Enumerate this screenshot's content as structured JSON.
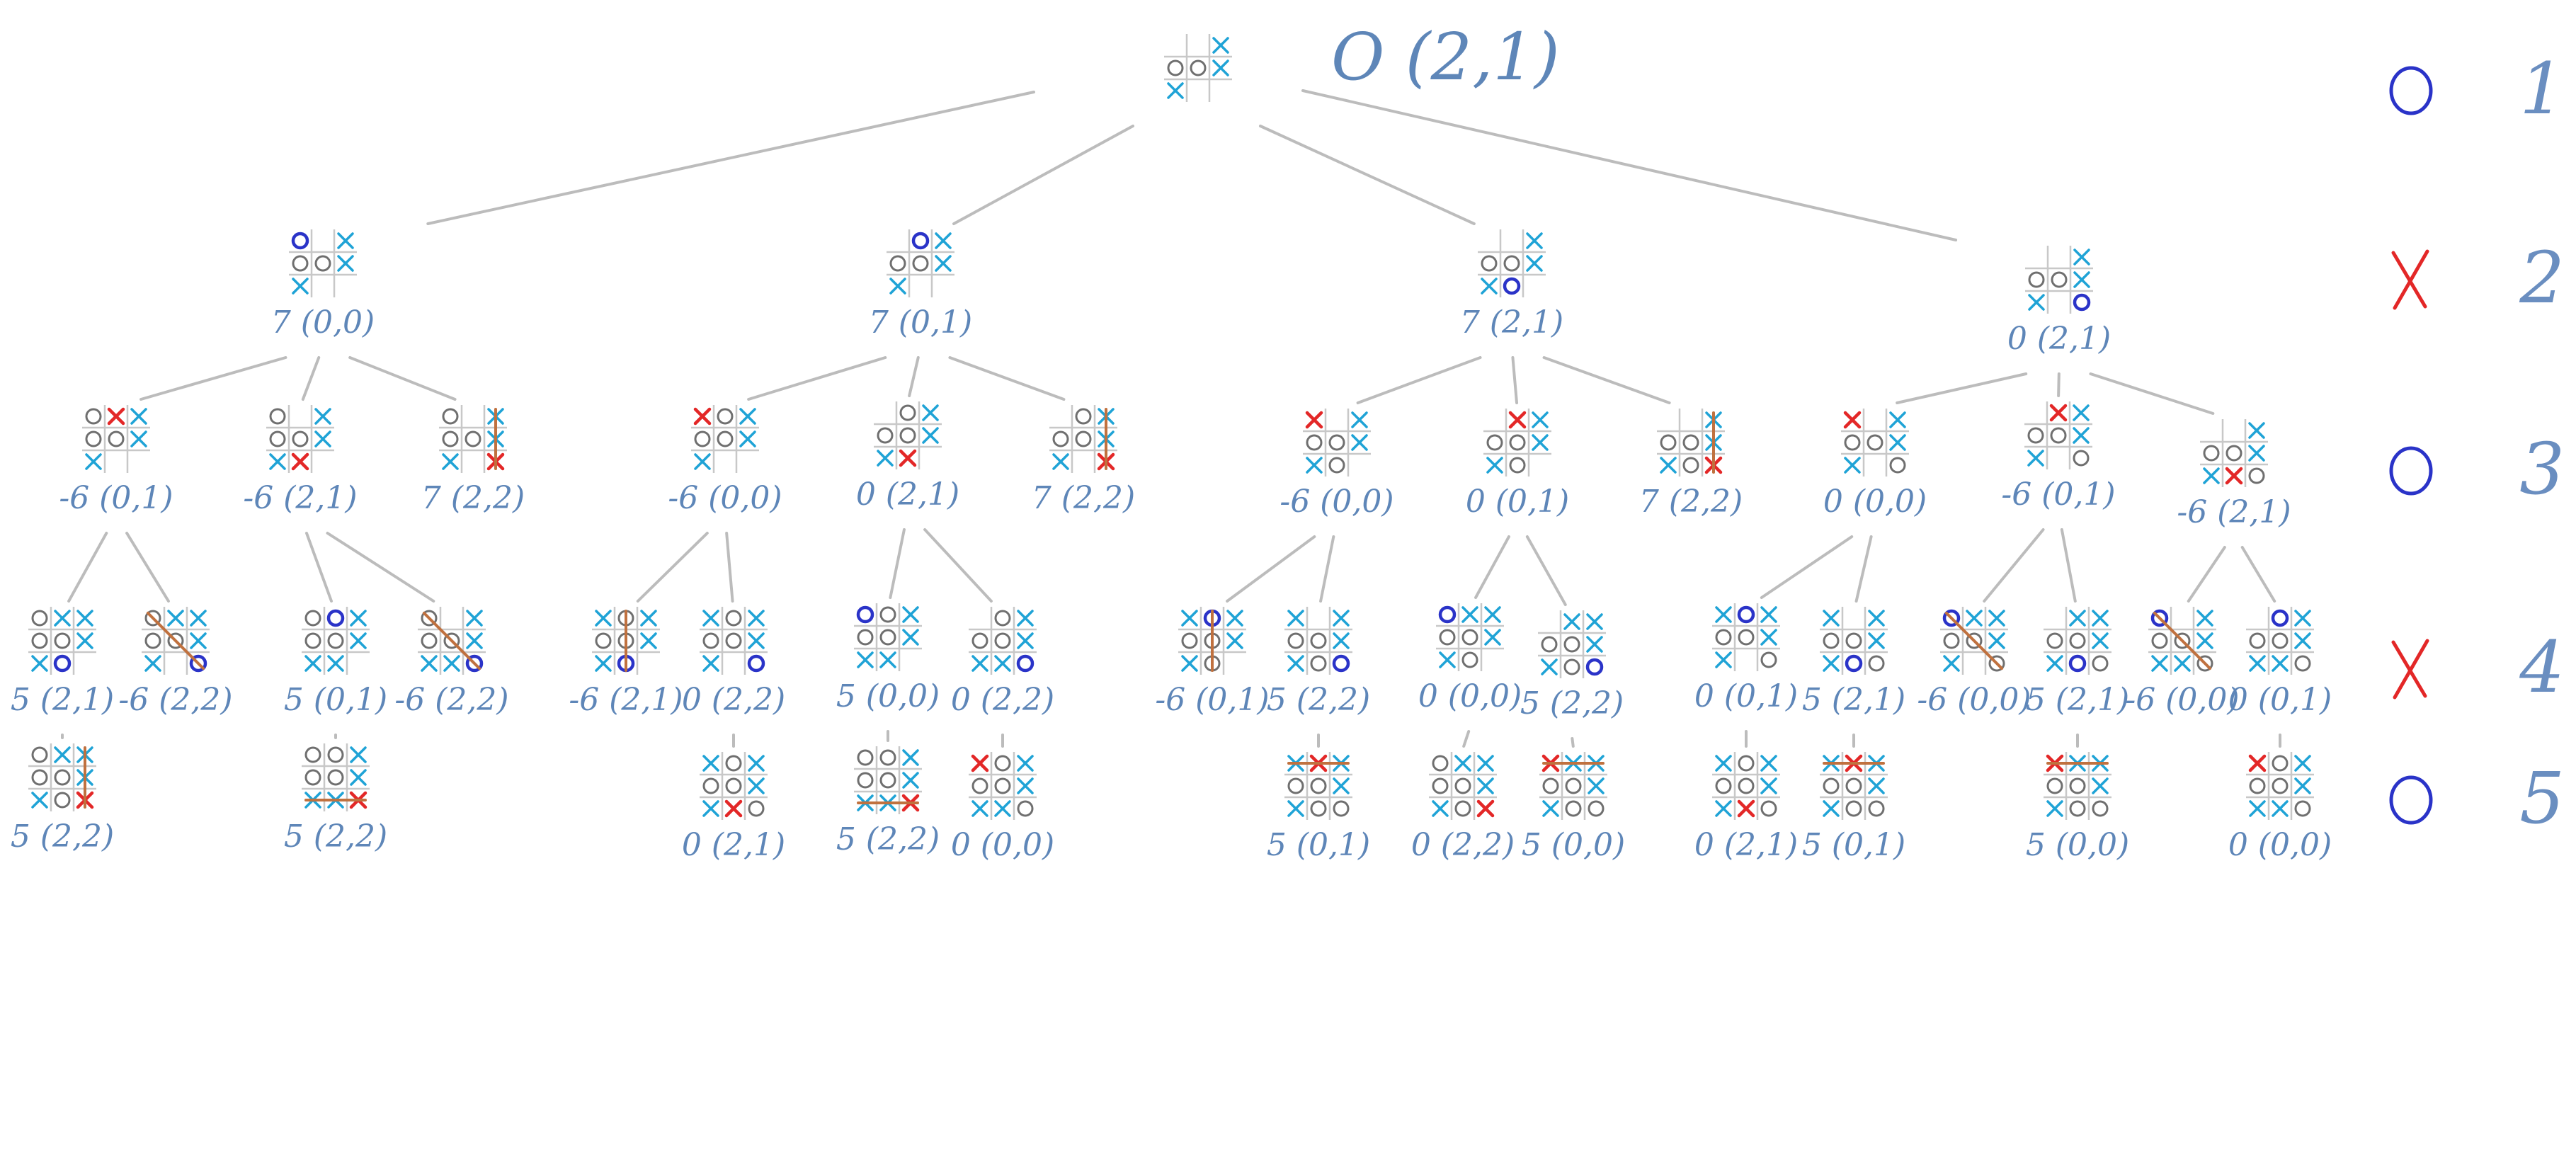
{
  "colors": {
    "edge": "#bcbcbc",
    "grid": "#c8c8c8",
    "o_old": "#6f6f6f",
    "x_old": "#1fa3d6",
    "o_new": "#2a33c8",
    "x_new": "#e32727",
    "win_line": "#c0713f",
    "label": "#5e86b8",
    "legend_o": "#2a33c8",
    "legend_x": "#e32727",
    "legend_num": "#6a8ec0"
  },
  "root": {
    "board": [
      "",
      "",
      "X",
      "O",
      "O",
      "X",
      "X",
      "",
      ""
    ],
    "annotation": "O (2,1)"
  },
  "legend": [
    {
      "mark": "O",
      "number": "1"
    },
    {
      "mark": "X",
      "number": "2"
    },
    {
      "mark": "O",
      "number": "3"
    },
    {
      "mark": "X",
      "number": "4"
    },
    {
      "mark": "O",
      "number": "5"
    }
  ],
  "tree": [
    {
      "id": "a",
      "parent": "root",
      "label": "7 (0,0)",
      "board": [
        "O",
        "",
        "X",
        "O",
        "O",
        "X",
        "X",
        "",
        ""
      ],
      "new": 0
    },
    {
      "id": "b",
      "parent": "root",
      "label": "7 (0,1)",
      "board": [
        "",
        "O",
        "X",
        "O",
        "O",
        "X",
        "X",
        "",
        ""
      ],
      "new": 1
    },
    {
      "id": "c",
      "parent": "root",
      "label": "7 (2,1)",
      "board": [
        "",
        "",
        "X",
        "O",
        "O",
        "X",
        "X",
        "O",
        ""
      ],
      "new": 7
    },
    {
      "id": "d",
      "parent": "root",
      "label": "0 (2,1)",
      "board": [
        "",
        "",
        "X",
        "O",
        "O",
        "X",
        "X",
        "",
        "O"
      ],
      "new": 8
    },
    {
      "id": "a1",
      "parent": "a",
      "label": "-6 (0,1)",
      "board": [
        "O",
        "X",
        "X",
        "O",
        "O",
        "X",
        "X",
        "",
        ""
      ],
      "new": 1
    },
    {
      "id": "a2",
      "parent": "a",
      "label": "-6 (2,1)",
      "board": [
        "O",
        "",
        "X",
        "O",
        "O",
        "X",
        "X",
        "X",
        ""
      ],
      "new": 7
    },
    {
      "id": "a3",
      "parent": "a",
      "label": "7 (2,2)",
      "board": [
        "O",
        "",
        "X",
        "O",
        "O",
        "X",
        "X",
        "",
        "X"
      ],
      "new": 8,
      "win": [
        2,
        8
      ]
    },
    {
      "id": "b1",
      "parent": "b",
      "label": "-6 (0,0)",
      "board": [
        "X",
        "O",
        "X",
        "O",
        "O",
        "X",
        "X",
        "",
        ""
      ],
      "new": 0
    },
    {
      "id": "b2",
      "parent": "b",
      "label": "0 (2,1)",
      "board": [
        "",
        "O",
        "X",
        "O",
        "O",
        "X",
        "X",
        "X",
        ""
      ],
      "new": 7
    },
    {
      "id": "b3",
      "parent": "b",
      "label": "7 (2,2)",
      "board": [
        "",
        "O",
        "X",
        "O",
        "O",
        "X",
        "X",
        "",
        "X"
      ],
      "new": 8,
      "win": [
        2,
        8
      ]
    },
    {
      "id": "c1",
      "parent": "c",
      "label": "-6 (0,0)",
      "board": [
        "X",
        "",
        "X",
        "O",
        "O",
        "X",
        "X",
        "O",
        ""
      ],
      "new": 0
    },
    {
      "id": "c2",
      "parent": "c",
      "label": "0 (0,1)",
      "board": [
        "",
        "X",
        "X",
        "O",
        "O",
        "X",
        "X",
        "O",
        ""
      ],
      "new": 1
    },
    {
      "id": "c3",
      "parent": "c",
      "label": "7 (2,2)",
      "board": [
        "",
        "",
        "X",
        "O",
        "O",
        "X",
        "X",
        "O",
        "X"
      ],
      "new": 8,
      "win": [
        2,
        8
      ]
    },
    {
      "id": "d1",
      "parent": "d",
      "label": "0 (0,0)",
      "board": [
        "X",
        "",
        "X",
        "O",
        "O",
        "X",
        "X",
        "",
        "O"
      ],
      "new": 0
    },
    {
      "id": "d2",
      "parent": "d",
      "label": "-6 (0,1)",
      "board": [
        "",
        "X",
        "X",
        "O",
        "O",
        "X",
        "X",
        "",
        "O"
      ],
      "new": 1
    },
    {
      "id": "d3",
      "parent": "d",
      "label": "-6 (2,1)",
      "board": [
        "",
        "",
        "X",
        "O",
        "O",
        "X",
        "X",
        "X",
        "O"
      ],
      "new": 7
    },
    {
      "id": "a1a",
      "parent": "a1",
      "label": "5 (2,1)",
      "board": [
        "O",
        "X",
        "X",
        "O",
        "O",
        "X",
        "X",
        "O",
        ""
      ],
      "new": 7
    },
    {
      "id": "a1b",
      "parent": "a1",
      "label": "-6 (2,2)",
      "board": [
        "O",
        "X",
        "X",
        "O",
        "O",
        "X",
        "X",
        "",
        "O"
      ],
      "new": 8,
      "win": [
        0,
        8
      ]
    },
    {
      "id": "a2a",
      "parent": "a2",
      "label": "5 (0,1)",
      "board": [
        "O",
        "O",
        "X",
        "O",
        "O",
        "X",
        "X",
        "X",
        ""
      ],
      "new": 1
    },
    {
      "id": "a2b",
      "parent": "a2",
      "label": "-6 (2,2)",
      "board": [
        "O",
        "",
        "X",
        "O",
        "O",
        "X",
        "X",
        "X",
        "O"
      ],
      "new": 8,
      "win": [
        0,
        8
      ]
    },
    {
      "id": "b1a",
      "parent": "b1",
      "label": "-6 (2,1)",
      "board": [
        "X",
        "O",
        "X",
        "O",
        "O",
        "X",
        "X",
        "O",
        ""
      ],
      "new": 7,
      "win": [
        1,
        7
      ]
    },
    {
      "id": "b1b",
      "parent": "b1",
      "label": "0 (2,2)",
      "board": [
        "X",
        "O",
        "X",
        "O",
        "O",
        "X",
        "X",
        "",
        "O"
      ],
      "new": 8
    },
    {
      "id": "b2a",
      "parent": "b2",
      "label": "5 (0,0)",
      "board": [
        "O",
        "O",
        "X",
        "O",
        "O",
        "X",
        "X",
        "X",
        ""
      ],
      "new": 0
    },
    {
      "id": "b2b",
      "parent": "b2",
      "label": "0 (2,2)",
      "board": [
        "",
        "O",
        "X",
        "O",
        "O",
        "X",
        "X",
        "X",
        "O"
      ],
      "new": 8
    },
    {
      "id": "c1a",
      "parent": "c1",
      "label": "-6 (0,1)",
      "board": [
        "X",
        "O",
        "X",
        "O",
        "O",
        "X",
        "X",
        "O",
        ""
      ],
      "new": 1,
      "win": [
        1,
        7
      ]
    },
    {
      "id": "c1b",
      "parent": "c1",
      "label": "5 (2,2)",
      "board": [
        "X",
        "",
        "X",
        "O",
        "O",
        "X",
        "X",
        "O",
        "O"
      ],
      "new": 8
    },
    {
      "id": "c2a",
      "parent": "c2",
      "label": "0 (0,0)",
      "board": [
        "O",
        "X",
        "X",
        "O",
        "O",
        "X",
        "X",
        "O",
        ""
      ],
      "new": 0
    },
    {
      "id": "c2b",
      "parent": "c2",
      "label": "5 (2,2)",
      "board": [
        "",
        "X",
        "X",
        "O",
        "O",
        "X",
        "X",
        "O",
        "O"
      ],
      "new": 8
    },
    {
      "id": "d1a",
      "parent": "d1",
      "label": "0 (0,1)",
      "board": [
        "X",
        "O",
        "X",
        "O",
        "O",
        "X",
        "X",
        "",
        "O"
      ],
      "new": 1
    },
    {
      "id": "d1b",
      "parent": "d1",
      "label": "5 (2,1)",
      "board": [
        "X",
        "",
        "X",
        "O",
        "O",
        "X",
        "X",
        "O",
        "O"
      ],
      "new": 7
    },
    {
      "id": "d2a",
      "parent": "d2",
      "label": "-6 (0,0)",
      "board": [
        "O",
        "X",
        "X",
        "O",
        "O",
        "X",
        "X",
        "",
        "O"
      ],
      "new": 0,
      "win": [
        0,
        8
      ]
    },
    {
      "id": "d2b",
      "parent": "d2",
      "label": "5 (2,1)",
      "board": [
        "",
        "X",
        "X",
        "O",
        "O",
        "X",
        "X",
        "O",
        "O"
      ],
      "new": 7
    },
    {
      "id": "d3a",
      "parent": "d3",
      "label": "-6 (0,0)",
      "board": [
        "O",
        "",
        "X",
        "O",
        "O",
        "X",
        "X",
        "X",
        "O"
      ],
      "new": 0,
      "win": [
        0,
        8
      ]
    },
    {
      "id": "d3b",
      "parent": "d3",
      "label": "0 (0,1)",
      "board": [
        "",
        "O",
        "X",
        "O",
        "O",
        "X",
        "X",
        "X",
        "O"
      ],
      "new": 1
    },
    {
      "id": "a1a1",
      "parent": "a1a",
      "label": "5 (2,2)",
      "board": [
        "O",
        "X",
        "X",
        "O",
        "O",
        "X",
        "X",
        "O",
        "X"
      ],
      "new": 8,
      "win": [
        2,
        8
      ]
    },
    {
      "id": "a2a1",
      "parent": "a2a",
      "label": "5 (2,2)",
      "board": [
        "O",
        "O",
        "X",
        "O",
        "O",
        "X",
        "X",
        "X",
        "X"
      ],
      "new": 8,
      "win": [
        6,
        8
      ]
    },
    {
      "id": "b1b1",
      "parent": "b1b",
      "label": "0 (2,1)",
      "board": [
        "X",
        "O",
        "X",
        "O",
        "O",
        "X",
        "X",
        "X",
        "O"
      ],
      "new": 7
    },
    {
      "id": "b2a1",
      "parent": "b2a",
      "label": "5 (2,2)",
      "board": [
        "O",
        "O",
        "X",
        "O",
        "O",
        "X",
        "X",
        "X",
        "X"
      ],
      "new": 8,
      "win": [
        6,
        8
      ]
    },
    {
      "id": "b2b1",
      "parent": "b2b",
      "label": "0 (0,0)",
      "board": [
        "X",
        "O",
        "X",
        "O",
        "O",
        "X",
        "X",
        "X",
        "O"
      ],
      "new": 0
    },
    {
      "id": "c1b1",
      "parent": "c1b",
      "label": "5 (0,1)",
      "board": [
        "X",
        "X",
        "X",
        "O",
        "O",
        "X",
        "X",
        "O",
        "O"
      ],
      "new": 1,
      "win": [
        0,
        2
      ]
    },
    {
      "id": "c2a1",
      "parent": "c2a",
      "label": "0 (2,2)",
      "board": [
        "O",
        "X",
        "X",
        "O",
        "O",
        "X",
        "X",
        "O",
        "X"
      ],
      "new": 8
    },
    {
      "id": "c2b1",
      "parent": "c2b",
      "label": "5 (0,0)",
      "board": [
        "X",
        "X",
        "X",
        "O",
        "O",
        "X",
        "X",
        "O",
        "O"
      ],
      "new": 0,
      "win": [
        0,
        2
      ]
    },
    {
      "id": "d1a1",
      "parent": "d1a",
      "label": "0 (2,1)",
      "board": [
        "X",
        "O",
        "X",
        "O",
        "O",
        "X",
        "X",
        "X",
        "O"
      ],
      "new": 7
    },
    {
      "id": "d1b1",
      "parent": "d1b",
      "label": "5 (0,1)",
      "board": [
        "X",
        "X",
        "X",
        "O",
        "O",
        "X",
        "X",
        "O",
        "O"
      ],
      "new": 1,
      "win": [
        0,
        2
      ]
    },
    {
      "id": "d2b1",
      "parent": "d2b",
      "label": "5 (0,0)",
      "board": [
        "X",
        "X",
        "X",
        "O",
        "O",
        "X",
        "X",
        "O",
        "O"
      ],
      "new": 0,
      "win": [
        0,
        2
      ]
    },
    {
      "id": "d3b1",
      "parent": "d3b",
      "label": "0 (0,0)",
      "board": [
        "X",
        "O",
        "X",
        "O",
        "O",
        "X",
        "X",
        "X",
        "O"
      ],
      "new": 0
    }
  ]
}
